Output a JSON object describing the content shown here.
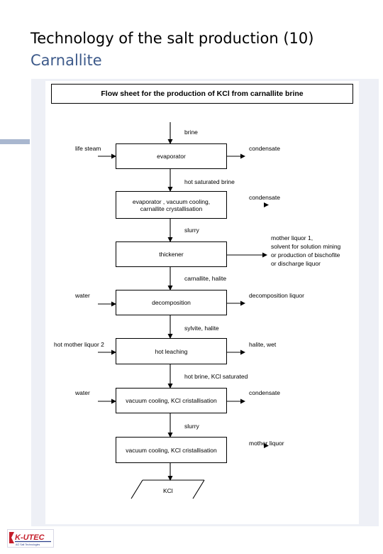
{
  "slide": {
    "title": "Technology of the salt production (10)",
    "subtitle": "Carnallite"
  },
  "diagram": {
    "heading": "Flow sheet for the production of KCl from carnallite brine",
    "steps": [
      {
        "label": "evaporator"
      },
      {
        "line1": "evaporator , vacuum cooling,",
        "line2": "carnallite crystallisation"
      },
      {
        "label": "thickener"
      },
      {
        "label": "decomposition"
      },
      {
        "label": "hot leaching"
      },
      {
        "label": "vacuum cooling, KCl cristallisation"
      },
      {
        "label": "vacuum cooling, KCl cristallisation"
      }
    ],
    "streams": {
      "brine": "brine",
      "live_steam": "life steam",
      "condensate_1": "condensate",
      "hot_saturated_brine": "hot saturated brine",
      "condensate_2": "condensate",
      "slurry_1": "slurry",
      "mother_liquor_1_lines": [
        "mother liquor 1,",
        "solvent for solution mining",
        "or production of bischofite",
        "or discharge liquor"
      ],
      "carnallite_halite": "carnallite, halite",
      "water_1": "water",
      "decomposition_liquor": "decomposition liquor",
      "sylvite_halite": "sylvite, halite",
      "hot_mother_liquor_2": "hot mother liquor 2",
      "halite_wet": "halite, wet",
      "hot_brine_kcl": "hot brine, KCl saturated",
      "water_2": "water",
      "condensate_3": "condensate",
      "slurry_2": "slurry",
      "mother_liquor": "mother liquor",
      "product": "KCl"
    }
  },
  "logo": {
    "text": "K-UTEC",
    "tagline": "AG Salt Technologies"
  }
}
